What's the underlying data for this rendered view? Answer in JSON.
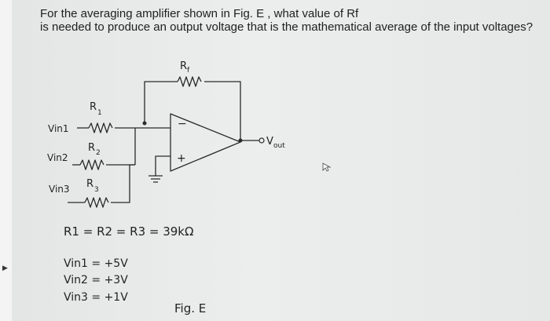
{
  "question": {
    "line1": "For the averaging amplifier shown in Fig. E , what value of Rf",
    "line2": "is needed to produce an output voltage that is the mathematical average of the input voltages?"
  },
  "circuit": {
    "rf_label": "R",
    "rf_sub": "f",
    "r1_label": "R",
    "r1_sub": "1",
    "r2_label": "R",
    "r2_sub": "2",
    "r3_label": "R",
    "r3_sub": "3",
    "vin1": "Vin1",
    "vin2": "Vin2",
    "vin3": "Vin3",
    "vout": "V",
    "vout_sub": "out",
    "minus": "−",
    "plus": "+"
  },
  "equations": {
    "resistors": "R1 = R2 = R3 = 39kΩ",
    "vin1": "Vin1 = +5V",
    "vin2": "Vin2 = +3V",
    "vin3": "Vin3 = +1V"
  },
  "figure_caption": "Fig. E"
}
